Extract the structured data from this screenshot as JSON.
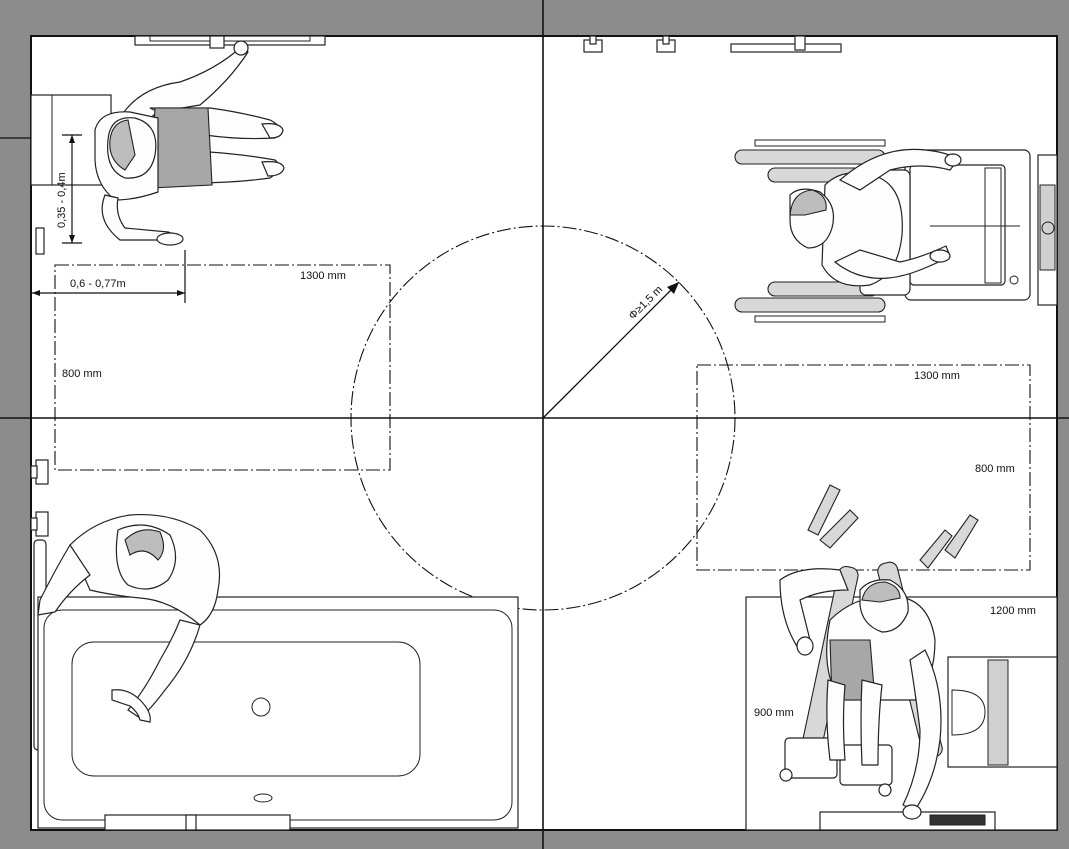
{
  "labels": {
    "tl_height_range": "0,35 - 0,4m",
    "tl_reach_range": "0,6 - 0,77m",
    "tl_width": "1300 mm",
    "tl_depth": "800 mm",
    "circle_diameter": "Φ≥1,5 m",
    "tr_width": "1300 mm",
    "tr_depth": "800 mm",
    "br_width": "1200 mm",
    "br_depth": "900 mm"
  },
  "colors": {
    "wall": "#8c8c8c",
    "line": "#111111",
    "hair": "#bdbdbd",
    "shorts": "#a7a7a7"
  }
}
